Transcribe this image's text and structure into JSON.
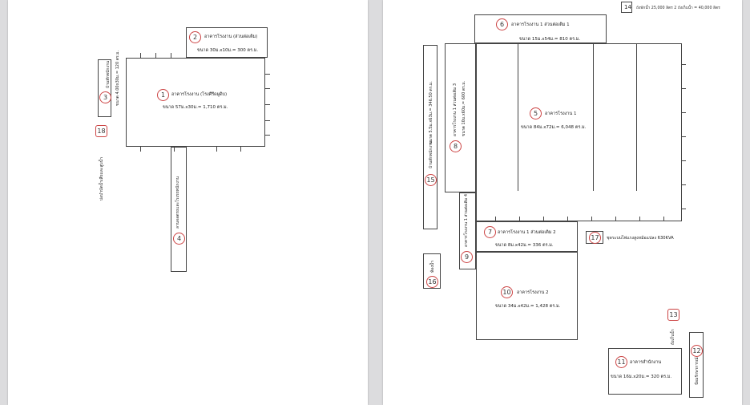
{
  "left_page": {
    "buildings": {
      "b1": {
        "num": "1",
        "name": "อาคารโรงงาน (โรงศีรีดผูดิบ)",
        "size": "ขนาด 57ม.x30ม.= 1,710 ตร.ม."
      },
      "b2": {
        "num": "2",
        "name": "อาคารโรงงาน (ส่วนต่อเติม)",
        "size": "ขนาด 30ม.x10ม.= 300 ตร.ม."
      },
      "b3": {
        "num": "3",
        "name": "บ้านพักพนักงาน",
        "size": "ขนาด 4.00x30ม.= 120 ตร.ม."
      },
      "b4": {
        "num": "4",
        "name": "ลานจอดรถและโรงรถพนักงาน"
      },
      "b18": {
        "num": "18",
        "name": "บ่อบำบัดน้ำเสียและสูบน้ำ"
      }
    }
  },
  "right_page": {
    "header": "ถังพักน้ำ 25,000 ลิตร 2 ถังเก็บน้ำ = 40,000 ลิตร",
    "buildings": {
      "b5": {
        "num": "5",
        "name": "อาคารโรงงาน 1",
        "size": "ขนาด 84ม.x72ม.= 6,048 ตร.ม."
      },
      "b6": {
        "num": "6",
        "name": "อาคารโรงงาน 1 ส่วนต่อเติม 1",
        "size": "ขนาด 15ม.x54ม.= 810 ตร.ม."
      },
      "b7": {
        "num": "7",
        "name": "อาคารโรงงาน 1 ส่วนต่อเติม 2",
        "size": "ขนาด 8ม.x42ม.= 336 ตร.ม."
      },
      "b8": {
        "num": "8",
        "name": "อาคารโรงงาน 1 ส่วนต่อเติม 3",
        "size": "ขนาด 10ม.x60ม.= 600 ตร.ม."
      },
      "b9": {
        "num": "9",
        "name": "อาคารโรงงาน 1 ส่วนต่อเติม 4"
      },
      "b10": {
        "num": "10",
        "name": "อาคารโรงงาน 2",
        "size": "ขนาด 34ม.x42ม.= 1,428 ตร.ม."
      },
      "b11": {
        "num": "11",
        "name": "อาคารสำนักงาน",
        "size": "ขนาด 16ม.x20ม.= 320 ตร.ม."
      },
      "b12": {
        "num": "12",
        "name": "ป้อมรักษาการณ์"
      },
      "b13": {
        "num": "13",
        "name": "ถังเก็บน้ำ"
      },
      "b14": {
        "num": "14"
      },
      "b15": {
        "num": "15",
        "name": "บ้านพักพนักงาน",
        "size": "ขนาด 5.5ม.x63ม.= 346.50 ตร.ม."
      },
      "b16": {
        "num": "16",
        "name": "ห้องน้ำ"
      },
      "b17": {
        "num": "17",
        "name": "ชุดระบบไฟแรงสูงหม้อแปลง 630KVA"
      }
    }
  }
}
